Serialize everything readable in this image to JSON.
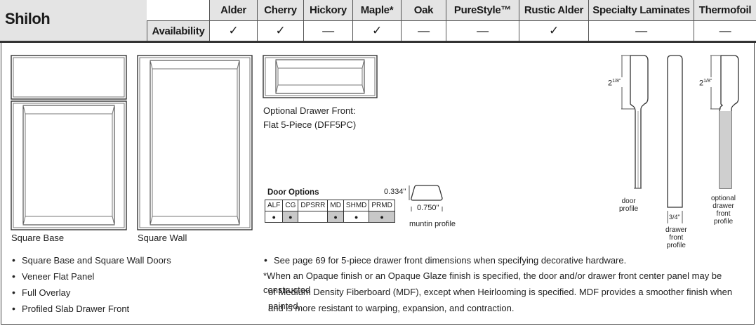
{
  "header": {
    "title": "Shiloh",
    "availability_label": "Availability",
    "columns": [
      {
        "name": "Alder",
        "mark": "✓"
      },
      {
        "name": "Cherry",
        "mark": "✓"
      },
      {
        "name": "Hickory",
        "mark": "—"
      },
      {
        "name": "Maple*",
        "mark": "✓"
      },
      {
        "name": "Oak",
        "mark": "—"
      },
      {
        "name": "PureStyle™",
        "mark": "—"
      },
      {
        "name": "Rustic Alder",
        "mark": "✓"
      },
      {
        "name": "Specialty Laminates",
        "mark": "—"
      },
      {
        "name": "Thermofoil",
        "mark": "—"
      }
    ]
  },
  "doors": {
    "square_base": "Square Base",
    "square_wall": "Square Wall"
  },
  "drawer_front": {
    "line1": "Optional Drawer Front:",
    "line2": "Flat 5-Piece (DFF5PC)"
  },
  "door_options": {
    "title": "Door Options",
    "headers": [
      "ALF",
      "CG",
      "DPSRR",
      "MD",
      "SHMD",
      "PRMD"
    ],
    "marks": [
      "●",
      "●",
      "",
      "●",
      "●",
      "●"
    ],
    "shaded": [
      false,
      true,
      false,
      true,
      false,
      true
    ]
  },
  "muntin": {
    "height": "0.334\"",
    "width": "0.750\"",
    "label": "muntin profile"
  },
  "profiles": {
    "door_height_whole": "2",
    "door_height_frac": "1/8\"",
    "door_label": "door\nprofile",
    "drawer_width": "3/4\"",
    "drawer_label": "drawer\nfront\nprofile",
    "optional_height_whole": "2",
    "optional_height_frac": "1/8\"",
    "optional_label": "optional\ndrawer\nfront\nprofile"
  },
  "features": [
    "Square Base and Square Wall Doors",
    "Veneer Flat Panel",
    "Full Overlay",
    "Profiled Slab Drawer Front"
  ],
  "notes": {
    "page_ref": "See page 69 for 5-piece drawer front dimensions when specifying decorative hardware.",
    "mdf_line1": "*When an Opaque finish or an Opaque Glaze finish is specified, the door and/or drawer front center panel may be constructed",
    "mdf_line2": "of Medium Density Fiberboard (MDF), except when Heirlooming is specified. MDF provides a smoother finish when painted,",
    "mdf_line3": "and is more resistant to warping, expansion, and contraction."
  }
}
